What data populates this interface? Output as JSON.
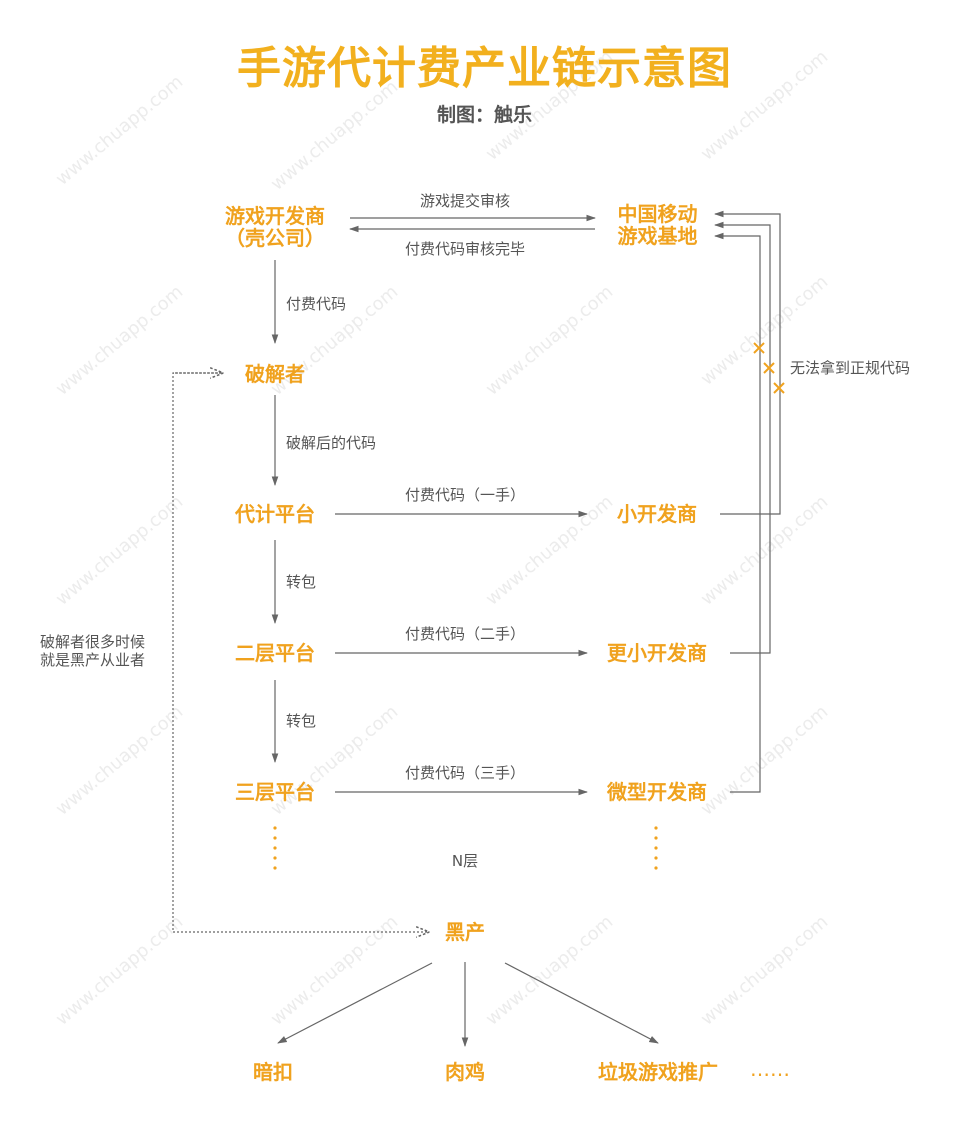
{
  "header": {
    "title": "手游代计费产业链示意图",
    "subtitle": "制图：触乐"
  },
  "watermark": "www.chuapp.com",
  "nodes": {
    "developer_line1": "游戏开发商",
    "developer_line2": "（壳公司）",
    "china_mobile_line1": "中国移动",
    "china_mobile_line2": "游戏基地",
    "cracker": "破解者",
    "billing_platform": "代计平台",
    "small_dev": "小开发商",
    "tier2_platform": "二层平台",
    "smaller_dev": "更小开发商",
    "tier3_platform": "三层平台",
    "micro_dev": "微型开发商",
    "black_market": "黑产",
    "hidden_deduction": "暗扣",
    "zombie": "肉鸡",
    "junk_game_promo": "垃圾游戏推广"
  },
  "edge_labels": {
    "submit_review": "游戏提交审核",
    "review_done": "付费代码审核完毕",
    "paid_code": "付费代码",
    "cracked_code": "破解后的代码",
    "first_hand": "付费代码（一手）",
    "repack1": "转包",
    "second_hand": "付费代码（二手）",
    "repack2": "转包",
    "third_hand": "付费代码（三手）",
    "n_layers": "N层",
    "no_legit_code": "无法拿到正规代码",
    "cracker_note_line1": "破解者很多时候",
    "cracker_note_line2": "就是黑产从业者",
    "more": "……"
  },
  "colors": {
    "title": "#f2b01e",
    "node": "#f0a21e",
    "text": "#555555",
    "line": "#666666",
    "cross": "#f0a21e"
  }
}
